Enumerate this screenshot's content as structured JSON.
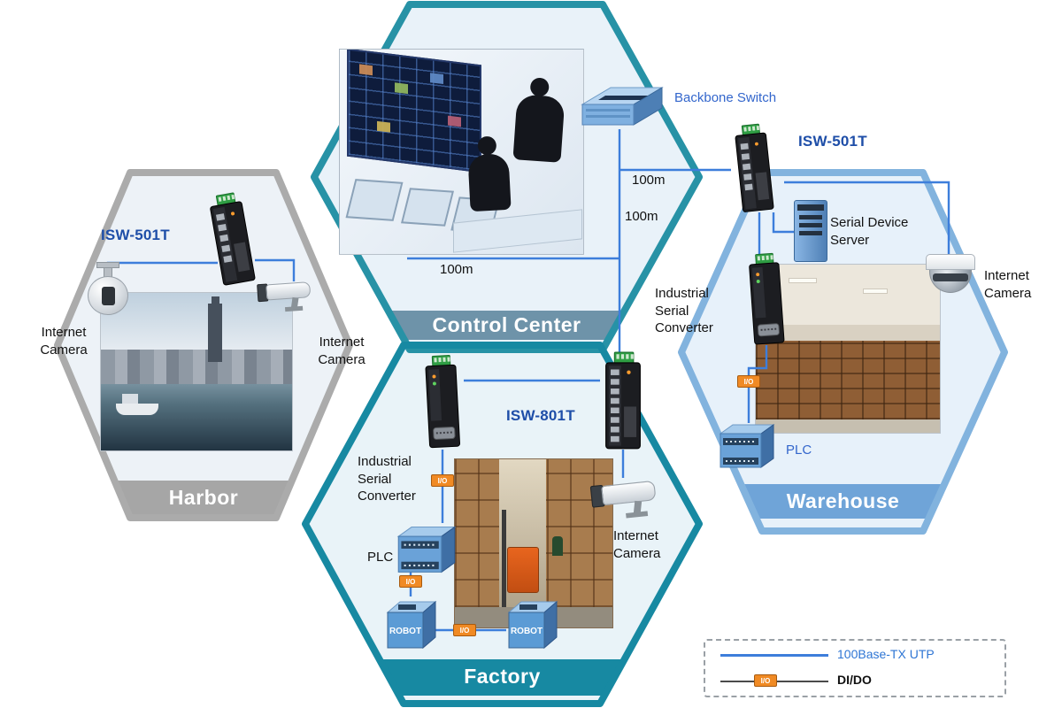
{
  "zones": {
    "control_center": "Control Center",
    "harbor": "Harbor",
    "warehouse": "Warehouse",
    "factory": "Factory"
  },
  "labels": {
    "backbone_switch": "Backbone Switch",
    "isw_501t": "ISW-501T",
    "isw_801t": "ISW-801T",
    "serial_device_server": "Serial Device Server",
    "industrial_serial_converter": "Industrial Serial Converter",
    "internet_camera": "Internet Camera",
    "plc": "PLC",
    "robot": "ROBOT",
    "distance_100m": "100m",
    "io": "I/O"
  },
  "legend": {
    "utp": "100Base-TX UTP",
    "dido": "DI/DO"
  },
  "colors": {
    "link_line": "#3D7EDB",
    "device_label_blue": "#1E4EA8",
    "backbone_label_blue": "#3366CC",
    "io_tag_orange": "#F08A24",
    "harbor_zone": "#ABABAB",
    "control_zone": "#2792A6",
    "warehouse_zone": "#82B3DE",
    "factory_zone": "#1789A2"
  }
}
